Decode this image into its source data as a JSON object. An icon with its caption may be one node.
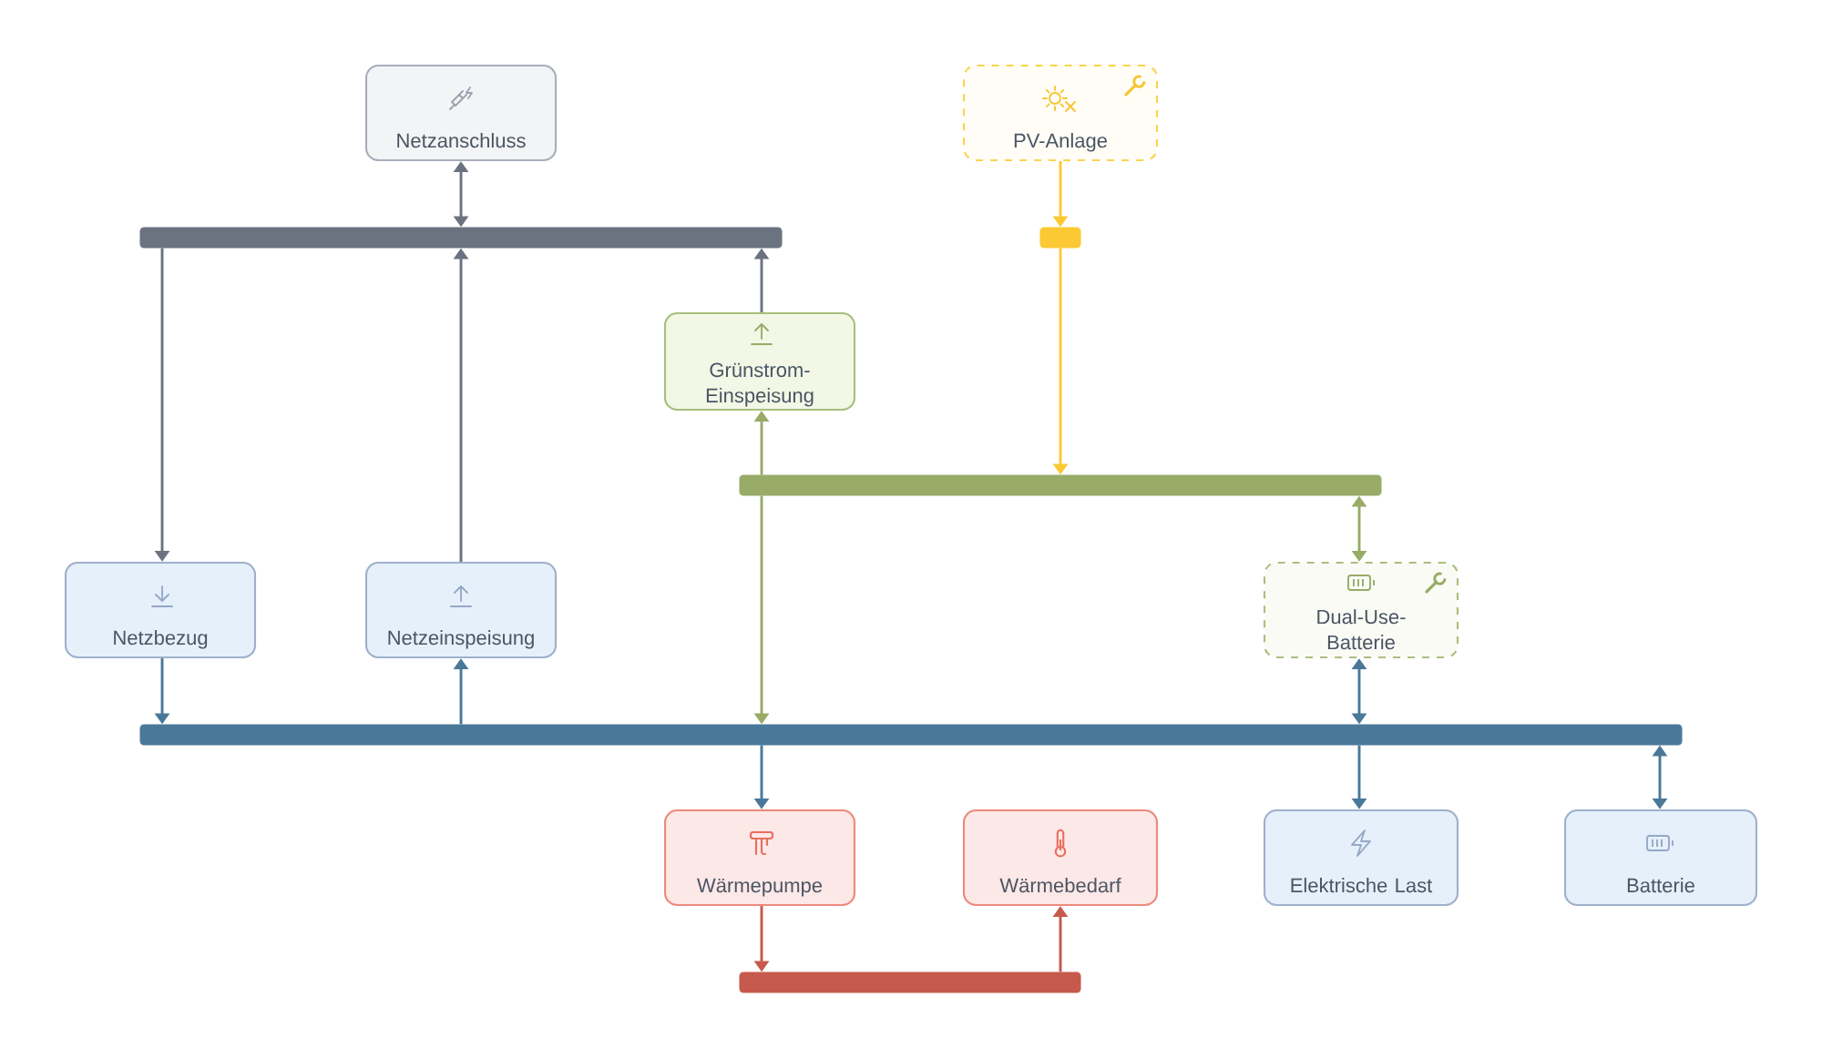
{
  "diagram": {
    "nodes": [
      {
        "text": [
          "Netzanschluss"
        ]
      },
      {
        "text": [
          "PV-Anlage"
        ]
      },
      {
        "text": [],
        "shape": "bar"
      },
      {
        "text": [],
        "shape": "bar"
      },
      {
        "text": [
          "Grünstrom-Einspeisung"
        ]
      },
      {
        "text": [],
        "shape": "bar"
      },
      {
        "text": [
          "Netzbezug"
        ]
      },
      {
        "text": [
          "Netzeinspeisung"
        ]
      },
      {
        "text": [
          "Dual-Use-Batterie"
        ]
      },
      {
        "text": [],
        "shape": "bar"
      },
      {
        "text": [
          "Wärmepumpe"
        ]
      },
      {
        "text": [
          "Wärmebedarf"
        ]
      },
      {
        "text": [
          "Elektrische Last"
        ]
      },
      {
        "text": [
          "Batterie"
        ]
      },
      {
        "text": [],
        "shape": "bar"
      }
    ],
    "edges": [
      {
        "from": 2,
        "to": 0,
        "arrow": "both",
        "color": "#6b7280"
      },
      {
        "from": 2,
        "to": 6,
        "arrow": "to",
        "color": "#6b7280"
      },
      {
        "from": 7,
        "to": 2,
        "arrow": "to",
        "color": "#6b7280"
      },
      {
        "from": 4,
        "to": 2,
        "arrow": "to",
        "color": "#6b7280"
      },
      {
        "from": 1,
        "to": 3,
        "arrow": "to",
        "color": "#fcc934"
      },
      {
        "from": 3,
        "to": 5,
        "arrow": "to",
        "color": "#fcc934"
      },
      {
        "from": 5,
        "to": 4,
        "arrow": "to",
        "color": "#98ab67"
      },
      {
        "from": 5,
        "to": 9,
        "arrow": "to",
        "color": "#98ab67"
      },
      {
        "from": 5,
        "to": 8,
        "arrow": "both",
        "color": "#98ab67"
      },
      {
        "from": 6,
        "to": 9,
        "arrow": "to"
      },
      {
        "from": 9,
        "to": 7,
        "arrow": "to"
      },
      {
        "from": 8,
        "to": 9,
        "arrow": "both"
      },
      {
        "from": 9,
        "to": 10,
        "arrow": "to"
      },
      {
        "from": 9,
        "to": 12,
        "arrow": "to"
      },
      {
        "from": 9,
        "to": 13,
        "arrow": "both"
      },
      {
        "from": 10,
        "to": 14,
        "arrow": "to",
        "color": "#c55a4c"
      },
      {
        "from": 14,
        "to": 11,
        "arrow": "to",
        "color": "#c55a4c"
      }
    ]
  }
}
